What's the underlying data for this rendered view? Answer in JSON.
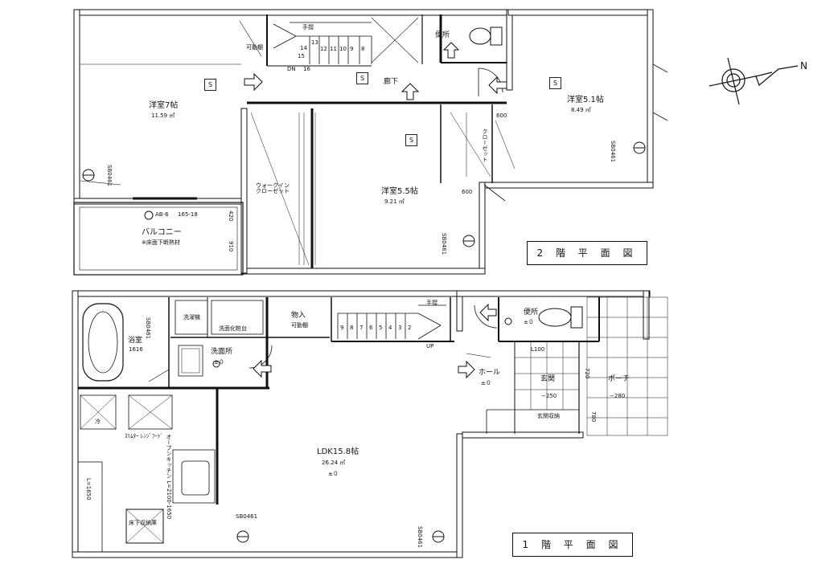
{
  "floor2": {
    "title": "2 階 平 面 図",
    "rooms": {
      "western7": {
        "name": "洋室7帖",
        "area": "11.59 ㎡"
      },
      "western51": {
        "name": "洋室5.1帖",
        "area": "8.49 ㎡"
      },
      "western55": {
        "name": "洋室5.5帖",
        "area": "9.21 ㎡"
      },
      "hallway": "廊下",
      "toilet": "便所",
      "walkin": "ウォークイン クローゼット",
      "balcony": "バルコニー",
      "balcony_note": "※床面下断熱材",
      "closet": "クローゼット"
    },
    "labels": {
      "dn": "DN",
      "stair_numbers": [
        "13",
        "12",
        "11",
        "10",
        "9",
        "8"
      ],
      "stair_14": "14",
      "stair_15": "15",
      "stair_16": "16",
      "handrail": "手摺",
      "movable_shelf": "可動棚",
      "ab": "AB-6",
      "ab_dims": "165-18",
      "dim_420": "420",
      "dim_910": "910",
      "dim_600a": "600",
      "dim_600b": "600",
      "sb_a": "SB0461",
      "sb_b": "SB0461",
      "sb_c": "SB0461",
      "s": "S"
    }
  },
  "floor1": {
    "title": "1 階 平 面 図",
    "rooms": {
      "bath": {
        "name": "浴室",
        "size": "1616"
      },
      "washroom": {
        "name": "洗面所",
        "floor": "±０"
      },
      "storage": {
        "name": "物入",
        "note": "可動棚"
      },
      "hall": {
        "name": "ホール",
        "floor": "±０"
      },
      "toilet": {
        "name": "便所",
        "floor": "±０"
      },
      "entrance": {
        "name": "玄関",
        "floor": "−250"
      },
      "porch": {
        "name": "ポーチ",
        "floor": "−280"
      },
      "ldk": {
        "name": "LDK15.8帖",
        "area": "26.24 ㎡",
        "floor": "±０"
      }
    },
    "labels": {
      "washer": "洗濯機",
      "vanity": "洗面化粧台",
      "stair_numbers": [
        "9",
        "8",
        "7",
        "6",
        "5",
        "4",
        "3",
        "2"
      ],
      "up": "UP",
      "handrail": "手摺",
      "l100": "L100",
      "l1650": "L=1650",
      "shoebox": "玄関収納",
      "kitchen": "オープンキッチン L=2100-1650",
      "range_hood": "ｽﾘﾑﾀｰ ﾚﾝｼﾞﾌｰﾄﾞ",
      "fridge": "冷",
      "underfloor": "床下収納庫",
      "dim_720": "720",
      "dim_780": "780",
      "sb_a": "SB0461",
      "sb_b": "SB0461",
      "sb_c": "SB0461"
    }
  },
  "compass": {
    "north": "N"
  }
}
